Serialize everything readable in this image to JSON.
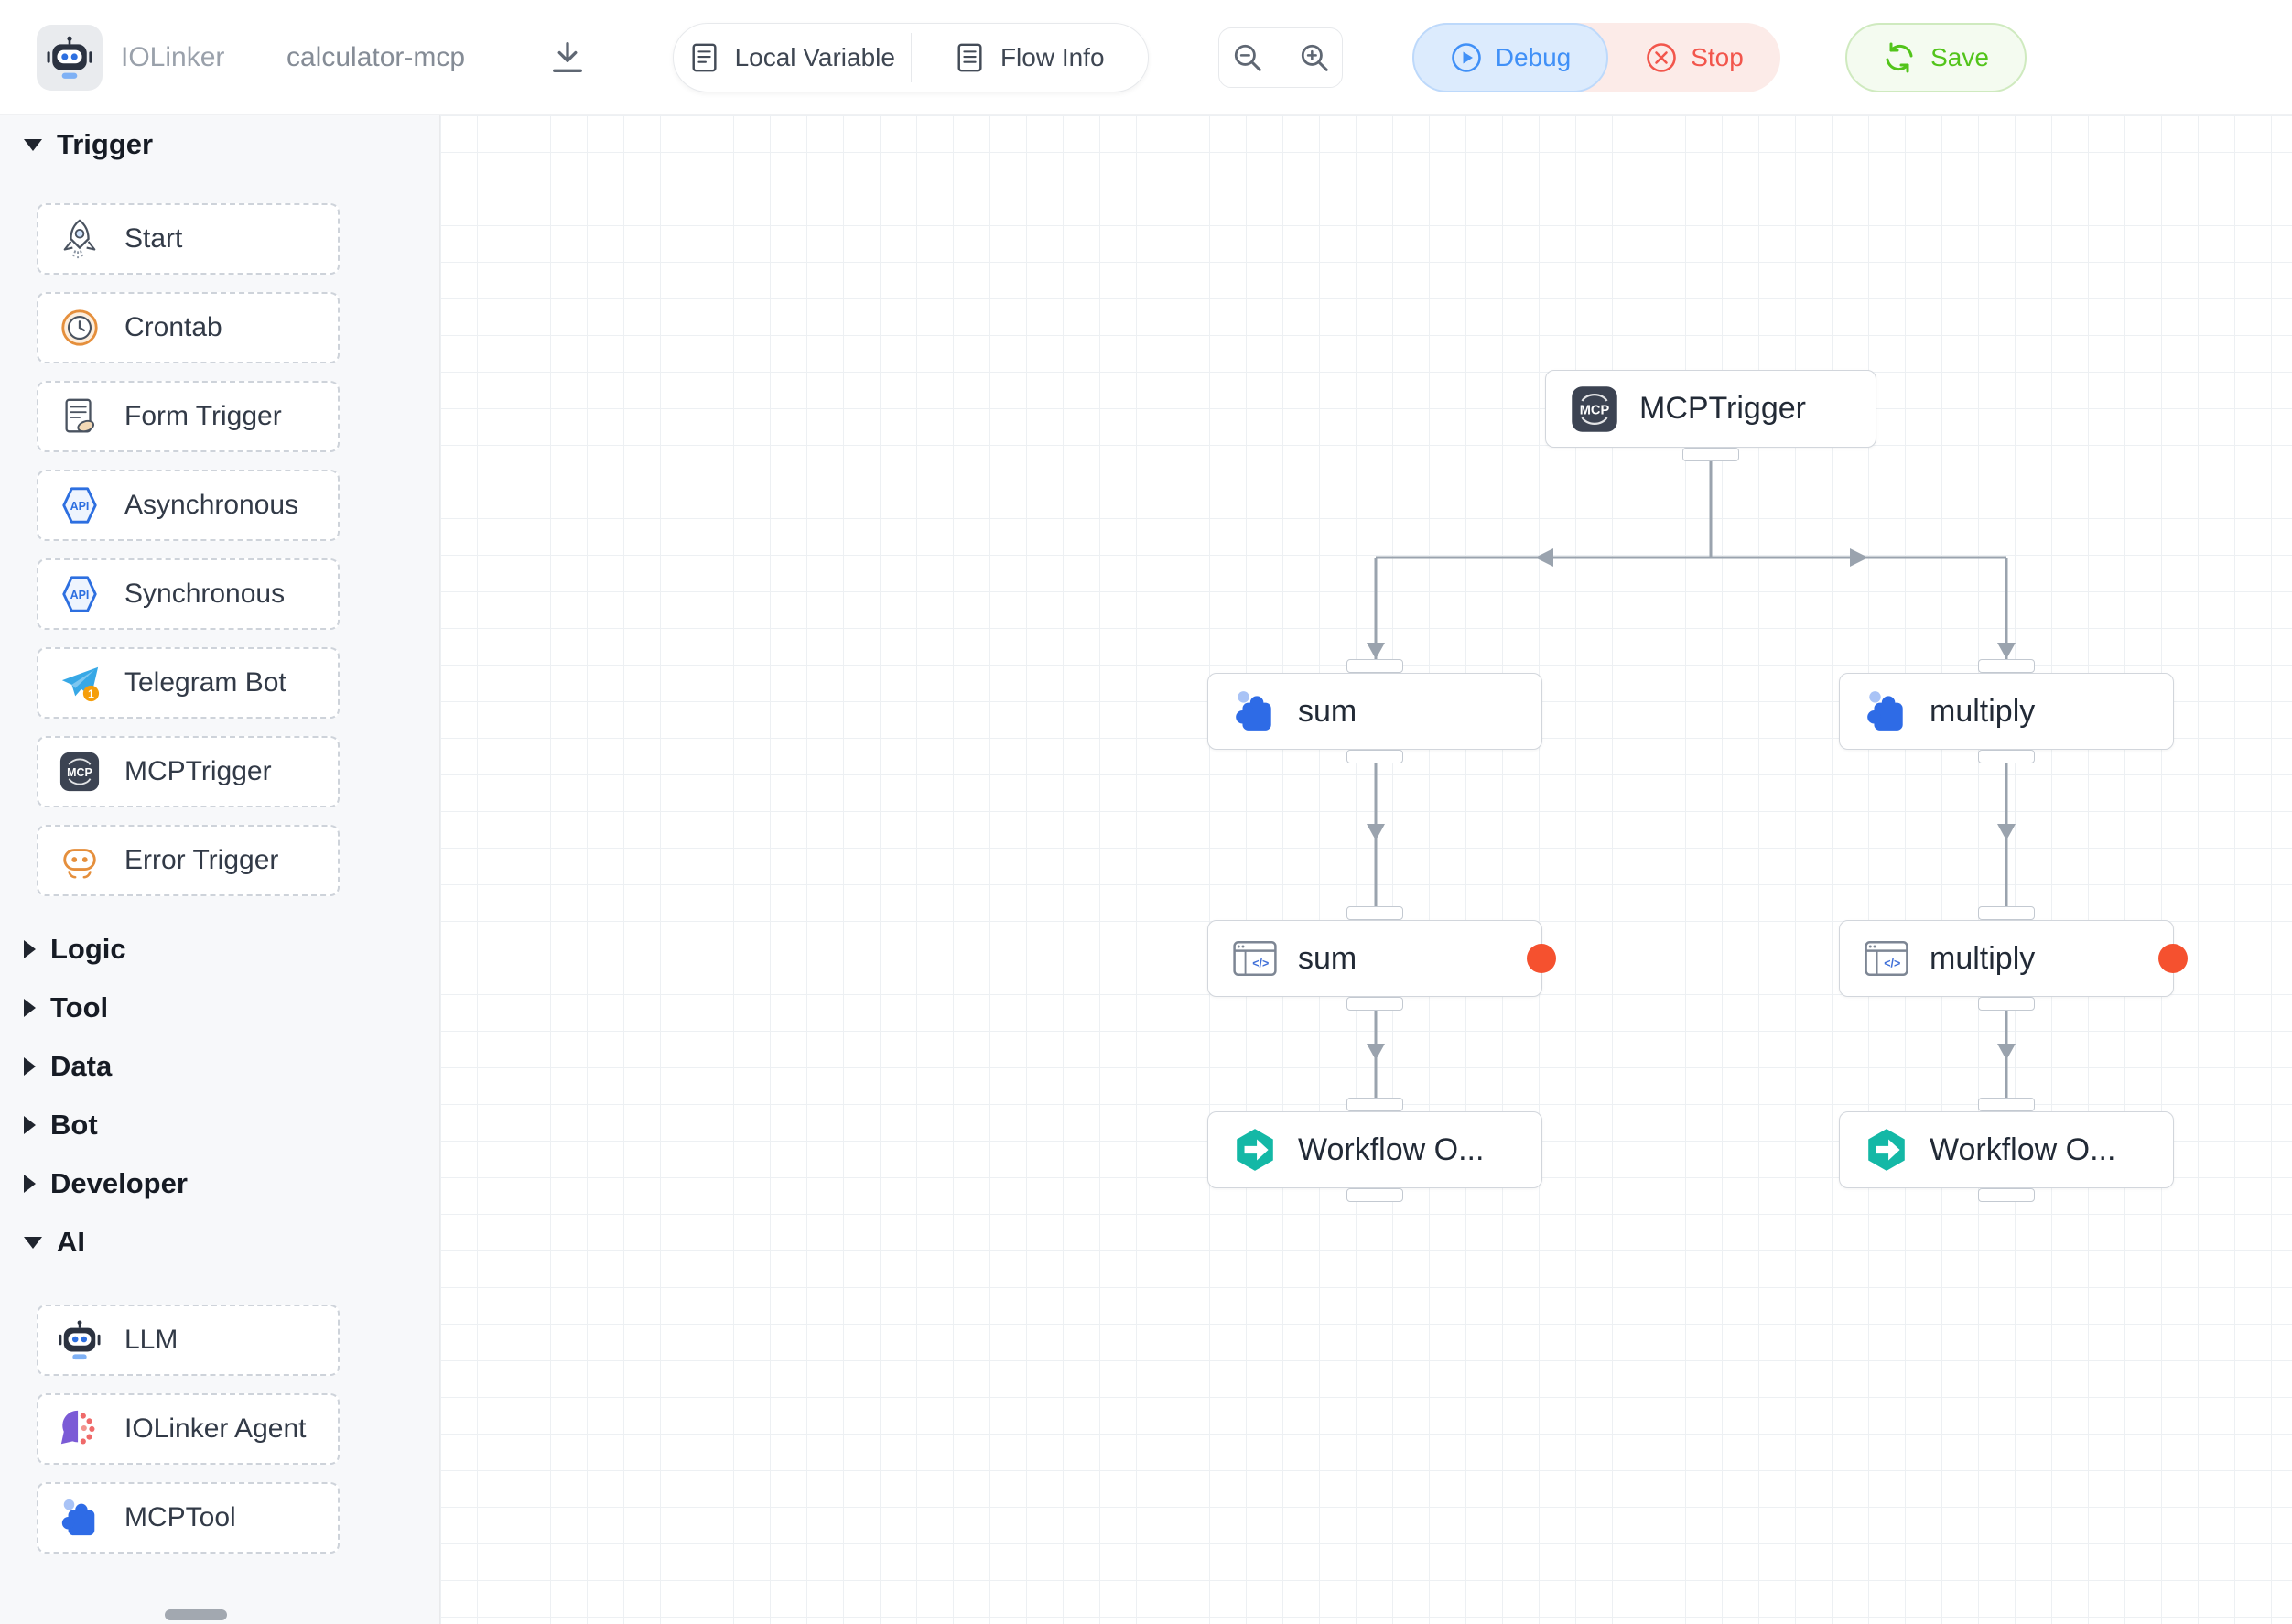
{
  "app": {
    "name": "IOLinker",
    "flow_title": "calculator-mcp"
  },
  "toolbar": {
    "local_variable_label": "Local Variable",
    "flow_info_label": "Flow Info",
    "debug_label": "Debug",
    "stop_label": "Stop",
    "save_label": "Save"
  },
  "sidebar": {
    "sections": [
      {
        "label": "Trigger",
        "expanded": true,
        "items": [
          {
            "label": "Start",
            "icon": "rocket-icon"
          },
          {
            "label": "Crontab",
            "icon": "clock-icon"
          },
          {
            "label": "Form Trigger",
            "icon": "form-document-icon"
          },
          {
            "label": "Asynchronous",
            "icon": "api-hexagon-icon"
          },
          {
            "label": "Synchronous",
            "icon": "api-hexagon-icon"
          },
          {
            "label": "Telegram Bot",
            "icon": "telegram-plane-icon"
          },
          {
            "label": "MCPTrigger",
            "icon": "mcp-badge-icon"
          },
          {
            "label": "Error Trigger",
            "icon": "error-face-icon"
          }
        ]
      },
      {
        "label": "Logic",
        "expanded": false
      },
      {
        "label": "Tool",
        "expanded": false
      },
      {
        "label": "Data",
        "expanded": false
      },
      {
        "label": "Bot",
        "expanded": false
      },
      {
        "label": "Developer",
        "expanded": false
      },
      {
        "label": "AI",
        "expanded": true,
        "items": [
          {
            "label": "LLM",
            "icon": "robot-icon"
          },
          {
            "label": "IOLinker Agent",
            "icon": "agent-head-icon"
          },
          {
            "label": "MCPTool",
            "icon": "puzzle-icon"
          }
        ]
      }
    ]
  },
  "canvas": {
    "nodes": [
      {
        "id": "mcptrigger",
        "label": "MCPTrigger",
        "icon": "mcp-badge-icon"
      },
      {
        "id": "sum-tool",
        "label": "sum",
        "icon": "puzzle-icon"
      },
      {
        "id": "multiply-tool",
        "label": "multiply",
        "icon": "puzzle-icon"
      },
      {
        "id": "sum-code",
        "label": "sum",
        "icon": "code-window-icon",
        "error_badge": true
      },
      {
        "id": "multiply-code",
        "label": "multiply",
        "icon": "code-window-icon",
        "error_badge": true
      },
      {
        "id": "workflow-output-left",
        "label": "Workflow O...",
        "icon": "workflow-output-icon"
      },
      {
        "id": "workflow-output-right",
        "label": "Workflow O...",
        "icon": "workflow-output-icon"
      }
    ]
  },
  "colors": {
    "debug_blue": "#4090f7",
    "stop_red": "#f2564c",
    "save_green": "#52c41a",
    "edge_gray": "#9aa3ae",
    "error_badge_orange": "#f5512f",
    "puzzle_blue": "#2e6be6",
    "workflow_teal": "#14b8a6",
    "mcp_badge_dark": "#3c4352"
  }
}
